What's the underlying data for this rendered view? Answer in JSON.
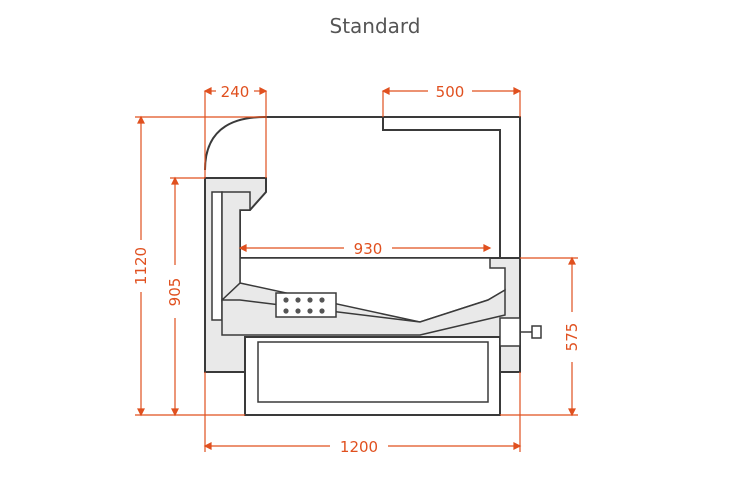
{
  "title": "Standard",
  "colors": {
    "dimension": "#e0501f",
    "outline": "#3a3a3a",
    "fill": "#e9e9e9",
    "panel": "#ffffff"
  },
  "dimensions": {
    "top_left_width": "240",
    "top_right_width": "500",
    "inner_width": "930",
    "overall_width": "1200",
    "overall_height": "1120",
    "front_height": "905",
    "base_height": "575"
  }
}
